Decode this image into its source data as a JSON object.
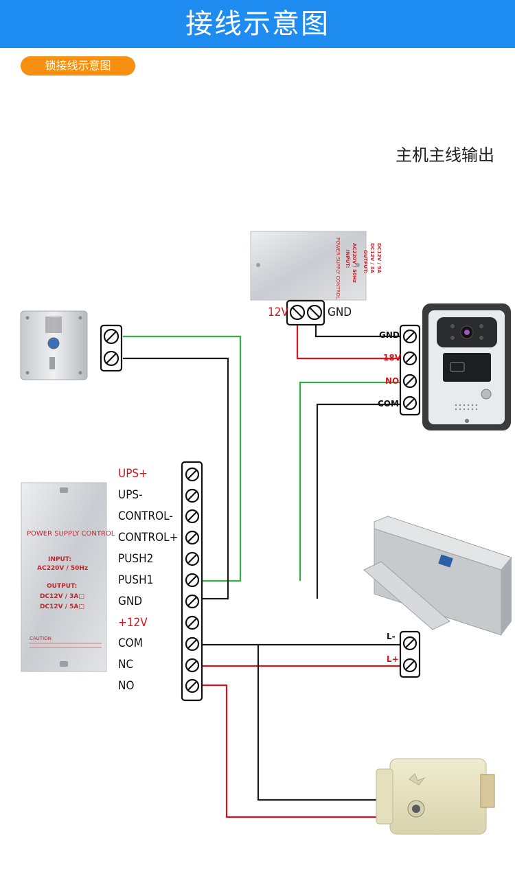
{
  "header": {
    "title": "接线示意图"
  },
  "section_pill": {
    "label": "锁接线示意图"
  },
  "subtitle": "主机主线输出",
  "top_power": {
    "left_label": "12V",
    "right_label": "GND",
    "device_text": [
      "POWER SUPPLY CONTROL",
      "INPUT:",
      "AC220V / 50Hz",
      "OUTPUT:",
      "DC12V / 3A",
      "DC12V / 5A"
    ]
  },
  "intercom_terminals": [
    "GND",
    "18V",
    "NO",
    "COM"
  ],
  "main_power": {
    "device_text": [
      "POWER SUPPLY CONTROL",
      "INPUT:",
      "AC220V / 50Hz",
      "OUTPUT:",
      "DC12V / 3A",
      "DC12V / 5A",
      "CAUTION"
    ],
    "terminals": [
      "UPS+",
      "UPS-",
      "CONTROL-",
      "CONTROL+",
      "PUSH2",
      "PUSH1",
      "GND",
      "+12V",
      "COM",
      "NC",
      "NO"
    ]
  },
  "maglock_terminals": [
    "L-",
    "L+"
  ],
  "colors": {
    "header": "#1d8bf0",
    "pill": "#f79011",
    "red": "#d4141c",
    "green": "#2fae4a",
    "black": "#1a1a1a"
  }
}
